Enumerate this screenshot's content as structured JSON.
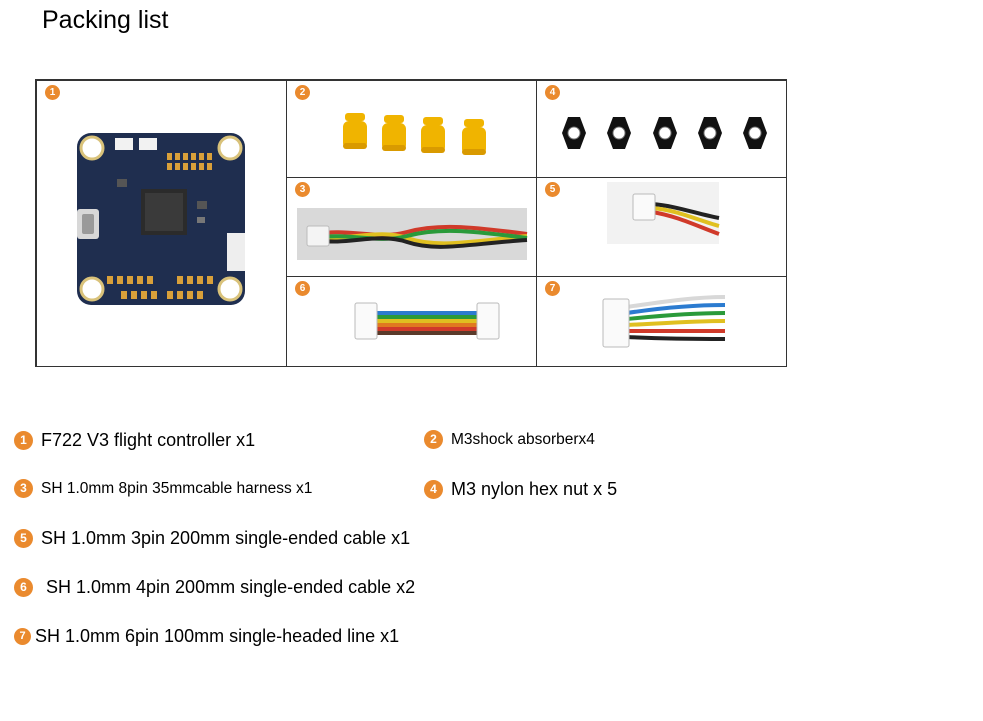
{
  "title": "Packing list",
  "cells": [
    {
      "num": "1"
    },
    {
      "num": "2"
    },
    {
      "num": "3"
    },
    {
      "num": "4"
    },
    {
      "num": "5"
    },
    {
      "num": "6"
    },
    {
      "num": "7"
    }
  ],
  "items": [
    {
      "num": "1",
      "text": "F722 V3 flight controller x1"
    },
    {
      "num": "2",
      "text": "M3shock absorberx4"
    },
    {
      "num": "3",
      "text": "SH 1.0mm 8pin 35mmcable harness x1"
    },
    {
      "num": "4",
      "text": "M3 nylon hex nut x 5"
    },
    {
      "num": "5",
      "text": "SH 1.0mm 3pin 200mm single-ended cable x1"
    },
    {
      "num": "6",
      "text": " SH 1.0mm 4pin 200mm single-ended cable x2"
    },
    {
      "num": "7",
      "text": "SH 1.0mm 6pin 100mm single-headed line x1"
    }
  ],
  "colors": {
    "accent": "#ea8a2e",
    "board": "#1f2e4f",
    "shock": "#f0b400"
  }
}
